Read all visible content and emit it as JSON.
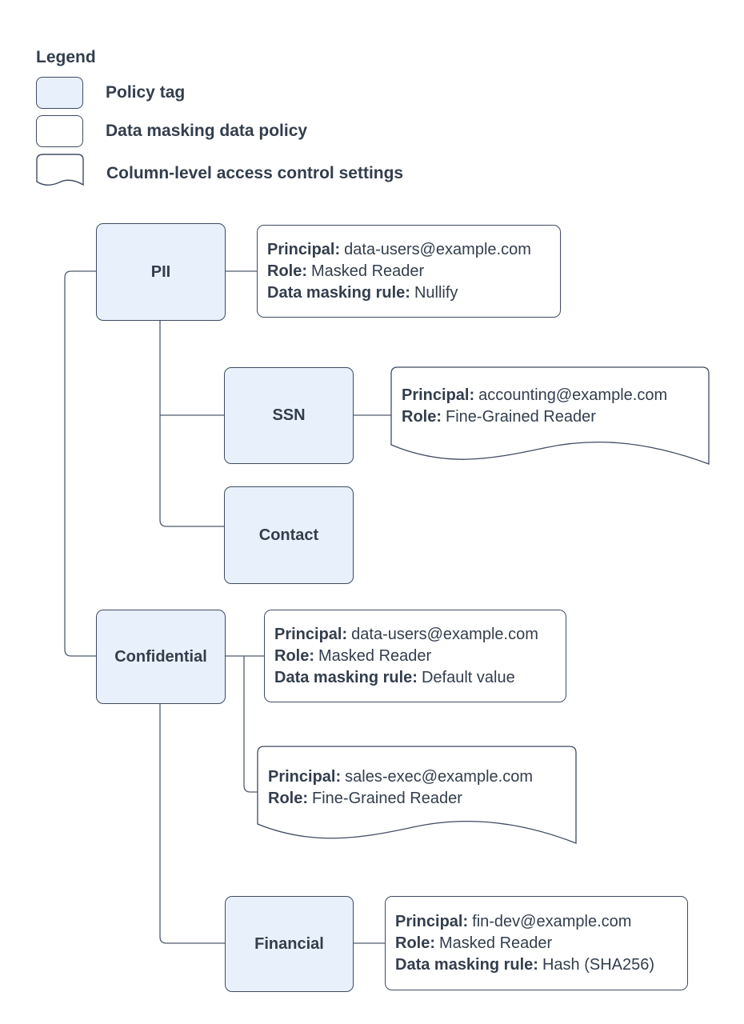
{
  "legend": {
    "title": "Legend",
    "items": [
      {
        "label": "Policy tag",
        "swatch": "policy-tag"
      },
      {
        "label": "Data masking data policy",
        "swatch": "data-masking-policy"
      },
      {
        "label": "Column-level access control settings",
        "swatch": "column-access-control"
      }
    ]
  },
  "labels": {
    "principal": "Principal:",
    "role": "Role:",
    "rule": "Data masking rule:"
  },
  "nodes": {
    "pii": "PII",
    "ssn": "SSN",
    "contact": "Contact",
    "confidential": "Confidential",
    "financial": "Financial"
  },
  "policies": {
    "pii_masking": {
      "principal": "data-users@example.com",
      "role": "Masked Reader",
      "rule": "Nullify"
    },
    "ssn_access": {
      "principal": "accounting@example.com",
      "role": "Fine-Grained Reader"
    },
    "confidential_masking": {
      "principal": "data-users@example.com",
      "role": "Masked Reader",
      "rule": "Default value"
    },
    "confidential_access": {
      "principal": "sales-exec@example.com",
      "role": "Fine-Grained Reader"
    },
    "financial_masking": {
      "principal": "fin-dev@example.com",
      "role": "Masked Reader",
      "rule": "Hash (SHA256)"
    }
  },
  "colors": {
    "policy_tag_fill": "#e8f0fb",
    "box_border": "#3f4b61",
    "text": "#333e4d",
    "connector": "#4f5b6e",
    "background": "#ffffff"
  }
}
